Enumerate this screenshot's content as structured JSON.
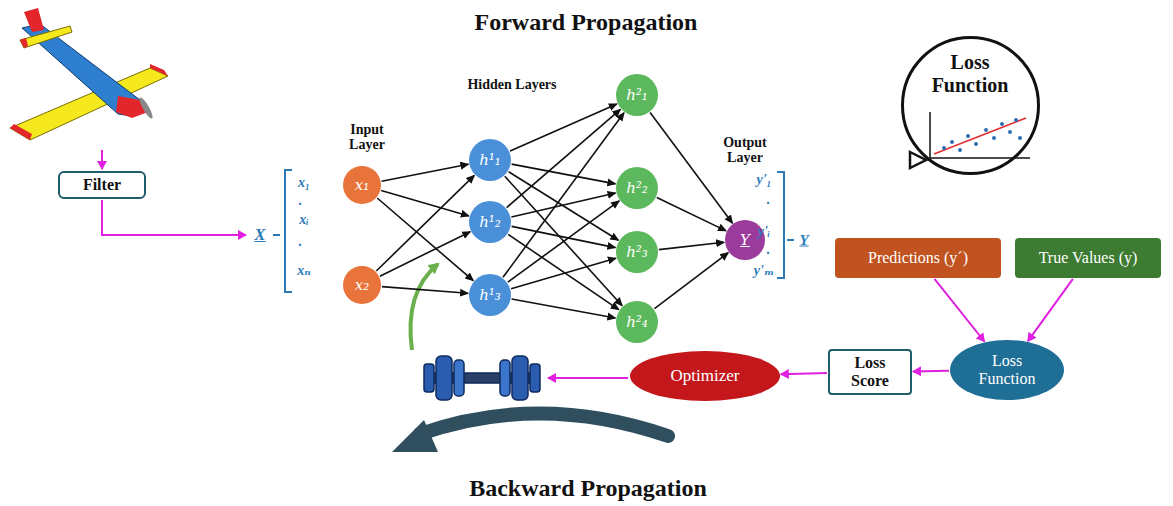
{
  "diagram": {
    "title": "Forward Propagation",
    "nodes": [
      {
        "text": [
          "Filter"
        ]
      },
      {
        "text": [
          "x₁"
        ]
      },
      {
        "text": [
          "x₂"
        ]
      },
      {
        "text": [
          "h¹₁"
        ]
      },
      {
        "text": [
          "h¹₂"
        ]
      },
      {
        "text": [
          "h¹₃"
        ]
      },
      {
        "text": [
          "h²₁"
        ]
      },
      {
        "text": [
          "h²₂"
        ]
      },
      {
        "text": [
          "h²₃"
        ]
      },
      {
        "text": [
          "h²₄"
        ]
      },
      {
        "text": [
          "Y"
        ]
      },
      {
        "text": [
          "Loss Function"
        ]
      },
      {
        "text": [
          "Predictions (y´)"
        ]
      },
      {
        "text": [
          "True Values (y)"
        ]
      },
      {
        "text": [
          "Loss Function"
        ]
      },
      {
        "text": [
          "Loss Score"
        ]
      },
      {
        "text": [
          "Optimizer"
        ]
      }
    ],
    "edges": [
      {
        "from": 1,
        "to": 3,
        "arrow": "to"
      },
      {
        "from": 1,
        "to": 4,
        "arrow": "to"
      },
      {
        "from": 1,
        "to": 5,
        "arrow": "to"
      },
      {
        "from": 2,
        "to": 3,
        "arrow": "to"
      },
      {
        "from": 2,
        "to": 4,
        "arrow": "to"
      },
      {
        "from": 2,
        "to": 5,
        "arrow": "to"
      },
      {
        "from": 3,
        "to": 6,
        "arrow": "to"
      },
      {
        "from": 3,
        "to": 7,
        "arrow": "to"
      },
      {
        "from": 3,
        "to": 8,
        "arrow": "to"
      },
      {
        "from": 3,
        "to": 9,
        "arrow": "to"
      },
      {
        "from": 4,
        "to": 6,
        "arrow": "to"
      },
      {
        "from": 4,
        "to": 7,
        "arrow": "to"
      },
      {
        "from": 4,
        "to": 8,
        "arrow": "to"
      },
      {
        "from": 4,
        "to": 9,
        "arrow": "to"
      },
      {
        "from": 5,
        "to": 6,
        "arrow": "to"
      },
      {
        "from": 5,
        "to": 7,
        "arrow": "to"
      },
      {
        "from": 5,
        "to": 8,
        "arrow": "to"
      },
      {
        "from": 5,
        "to": 9,
        "arrow": "to"
      },
      {
        "from": 6,
        "to": 10,
        "arrow": "to"
      },
      {
        "from": 7,
        "to": 10,
        "arrow": "to"
      },
      {
        "from": 8,
        "to": 10,
        "arrow": "to"
      },
      {
        "from": 9,
        "to": 10,
        "arrow": "to"
      },
      {
        "from": 12,
        "to": 14,
        "arrow": "to"
      },
      {
        "from": 13,
        "to": 14,
        "arrow": "to"
      },
      {
        "from": 14,
        "to": 15,
        "arrow": "to"
      },
      {
        "from": 15,
        "to": 16,
        "arrow": "to"
      }
    ],
    "labels": [
      "Input Layer",
      "Hidden Layers",
      "Output Layer",
      "X",
      "x₁",
      ".",
      "xᵢ",
      ".",
      "xₙ",
      "y'₁",
      ".",
      "y'ᵢ",
      ".",
      "y'ₘ",
      "Y",
      "Backward Propagation"
    ]
  }
}
